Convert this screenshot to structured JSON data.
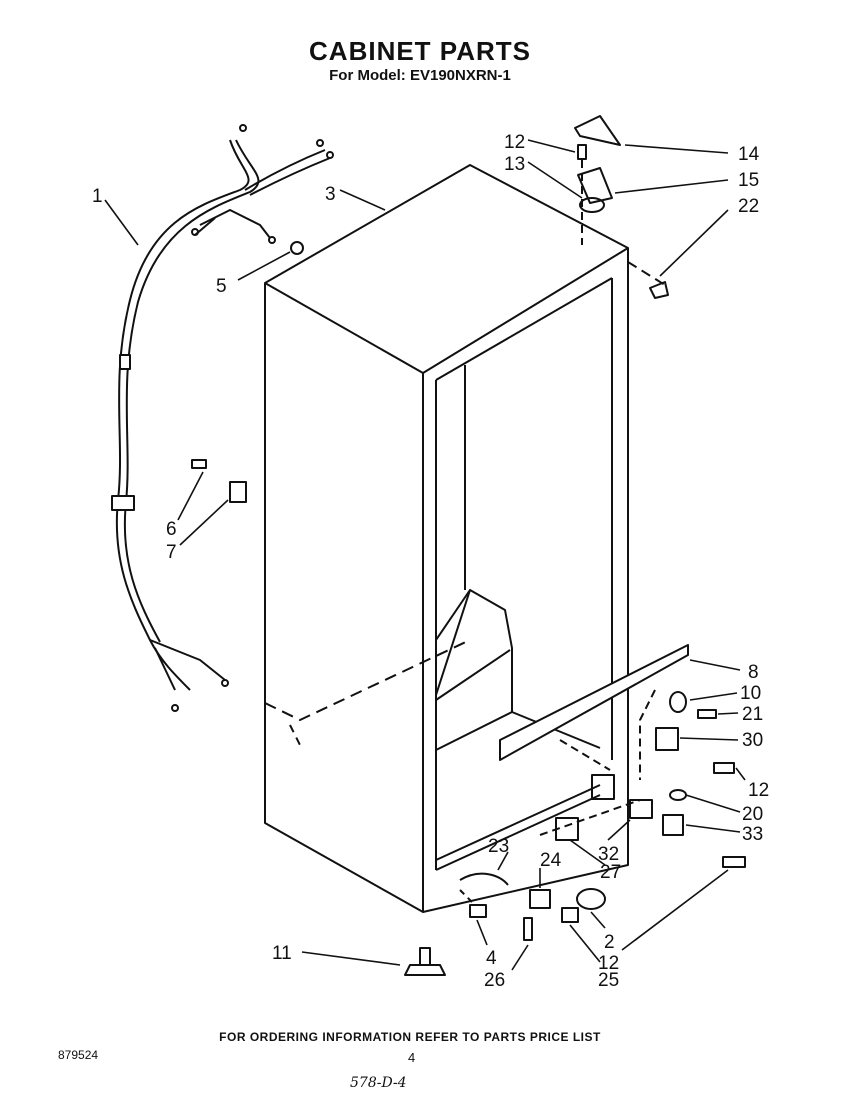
{
  "title": "CABINET PARTS",
  "subtitle": "For Model: EV190NXRN-1",
  "footer_note": "FOR ORDERING INFORMATION REFER TO PARTS PRICE LIST",
  "doc_number": "879524",
  "page_number": "4",
  "handwritten_code": "578-D-4",
  "callouts": {
    "p1": "1",
    "p2": "2",
    "p3": "3",
    "p4": "4",
    "p5": "5",
    "p6": "6",
    "p7": "7",
    "p8": "8",
    "p10": "10",
    "p11": "11",
    "p12_top": "12",
    "p12_right": "12",
    "p12_bottom": "12",
    "p13": "13",
    "p14": "14",
    "p15": "15",
    "p20": "20",
    "p21": "21",
    "p22": "22",
    "p23": "23",
    "p24": "24",
    "p25": "25",
    "p26": "26",
    "p27": "27",
    "p30": "30",
    "p32": "32",
    "p33": "33"
  }
}
